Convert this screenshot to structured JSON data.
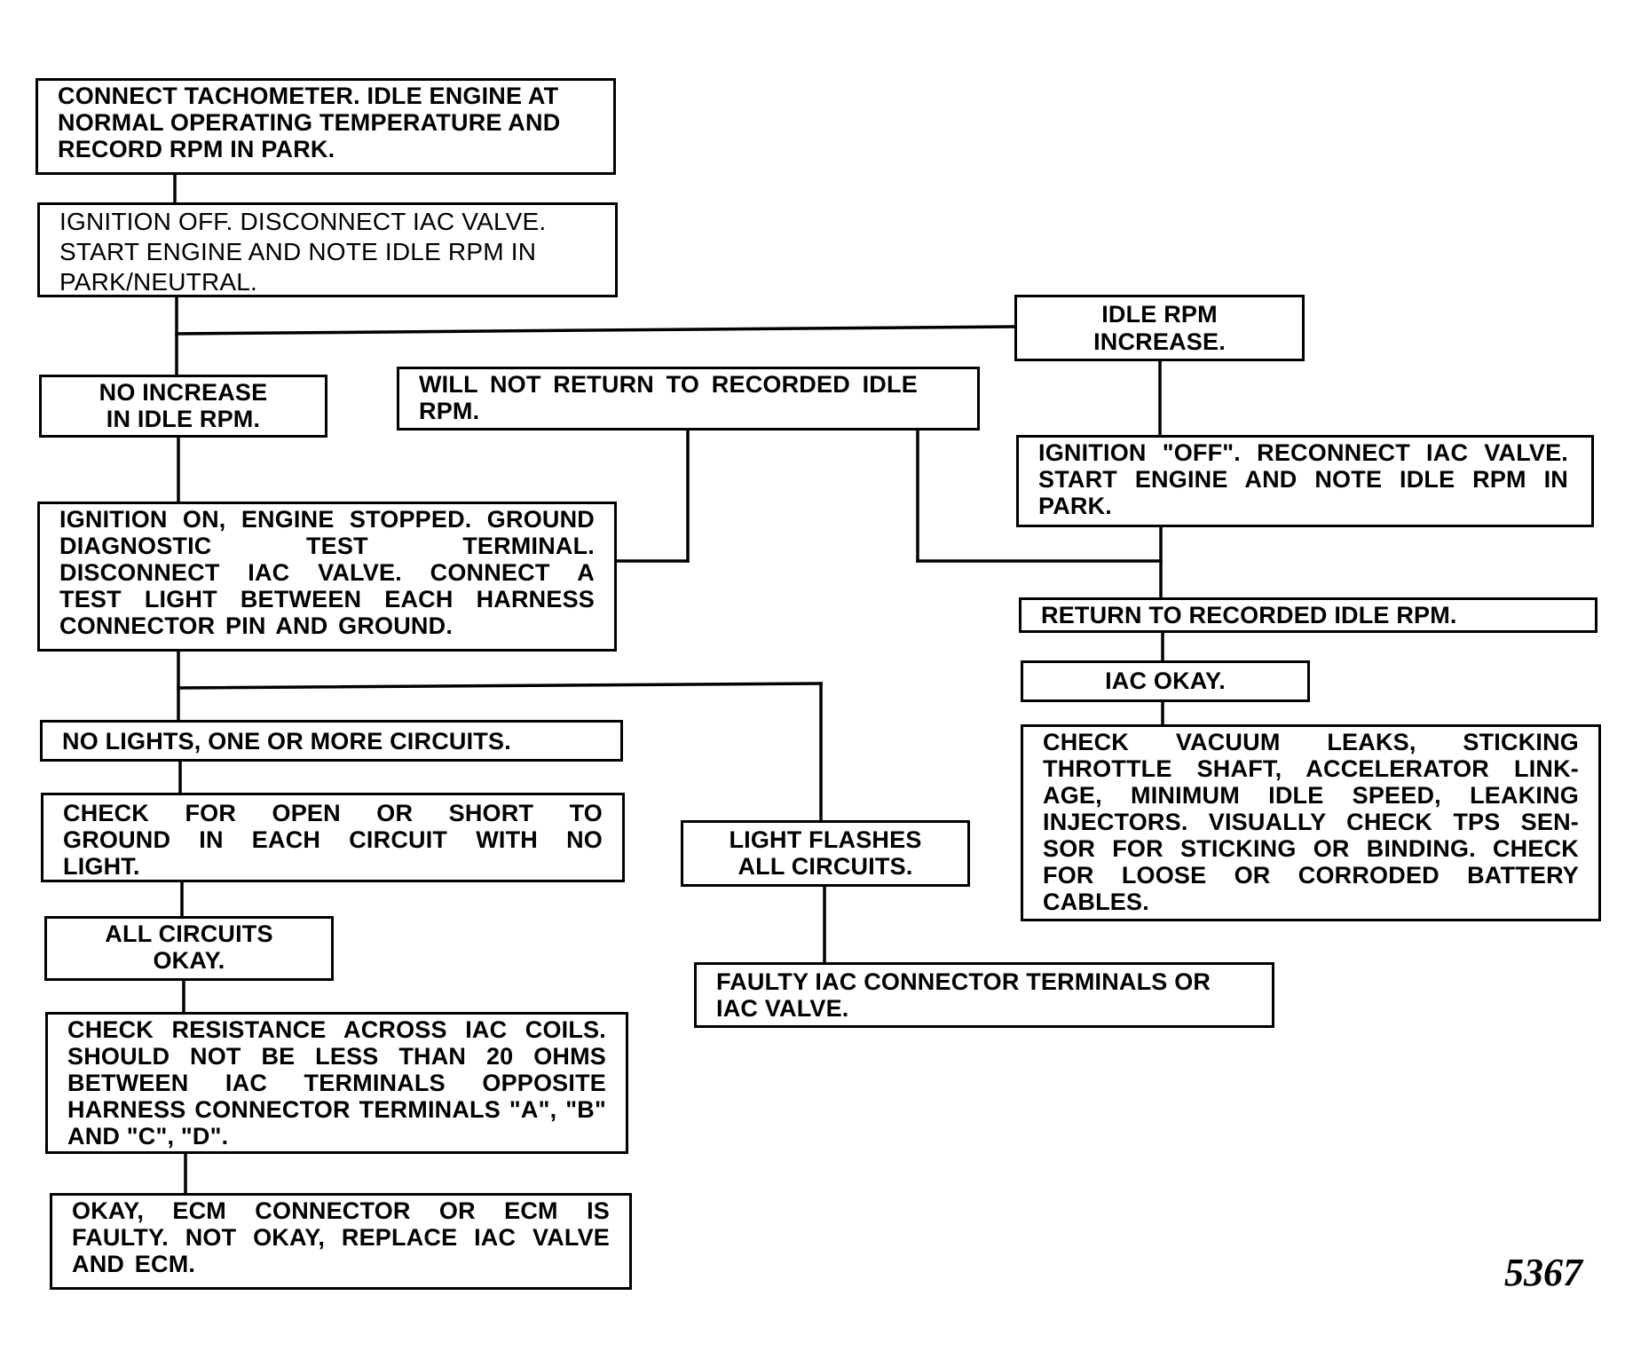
{
  "steps": {
    "connect_tach": "CONNECT TACHOMETER. IDLE ENGINE AT NORMAL OPERATING TEMPERATURE AND RECORD RPM IN PARK.",
    "ignition_off_disconnect": "IGNITION OFF. DISCONNECT IAC VALVE. START ENGINE AND NOTE IDLE RPM IN PARK/NEUTRAL.",
    "idle_rpm_increase": "IDLE RPM\nINCREASE.",
    "no_increase": "NO INCREASE\nIN IDLE RPM.",
    "will_not_return": "WILL NOT RETURN TO RECORDED IDLE RPM.",
    "ignition_off_reconnect": "IGNITION \"OFF\". RECONNECT IAC VALVE. START ENGINE AND NOTE IDLE RPM IN PARK.",
    "ignition_on_test": "IGNITION ON, ENGINE STOPPED. GROUND DIAGNOSTIC TEST TERMINAL. DISCONNECT IAC VALVE. CONNECT A TEST LIGHT BETWEEN EACH HARNESS CONNECTOR PIN AND GROUND.",
    "return_to_recorded": "RETURN TO RECORDED IDLE RPM.",
    "iac_okay": "IAC OKAY.",
    "no_lights": "NO LIGHTS, ONE OR MORE CIRCUITS.",
    "check_vacuum": "CHECK VACUUM LEAKS, STICKING THROTTLE SHAFT, ACCELERATOR LINK-AGE, MINIMUM IDLE SPEED, LEAKING INJECTORS. VISUALLY CHECK TPS SEN-SOR FOR STICKING OR BINDING. CHECK FOR LOOSE OR CORRODED BATTERY CABLES.",
    "check_open_short": "CHECK FOR OPEN OR SHORT TO GROUND IN EACH CIRCUIT WITH NO LIGHT.",
    "light_flashes": "LIGHT FLASHES\nALL CIRCUITS.",
    "all_circuits_okay": "ALL CIRCUITS\nOKAY.",
    "faulty_iac_connector": "FAULTY IAC CONNECTOR TERMINALS OR IAC VALVE.",
    "check_resistance": "CHECK RESISTANCE ACROSS IAC COILS. SHOULD NOT BE LESS THAN 20 OHMS BETWEEN IAC TERMINALS OPPOSITE HARNESS CONNECTOR TERMINALS \"A\", \"B\" AND \"C\", \"D\".",
    "okay_ecm": "OKAY, ECM CONNECTOR OR ECM IS FAULTY. NOT OKAY, REPLACE IAC VALVE AND ECM."
  },
  "figure_number": "5367"
}
